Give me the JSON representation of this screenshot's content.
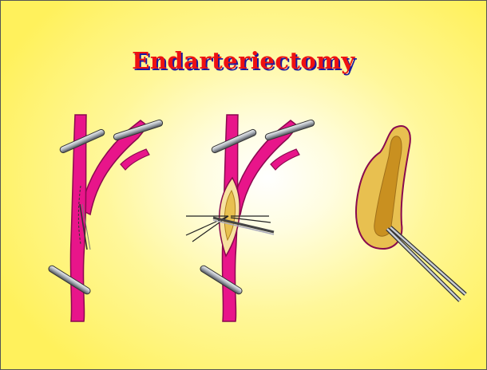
{
  "slide": {
    "title": "Endarteriectomy"
  },
  "colors": {
    "background": "#fff15c",
    "title_fill": "#ee1111",
    "title_shadow": "#1a1aa0",
    "artery": "#e8158a",
    "artery_outline": "#8a0a4e",
    "plaque": "#e8c050",
    "plaque_core": "#c99020",
    "instrument": "#9aa0a8"
  },
  "panels": [
    {
      "name": "step-1-arteriotomy",
      "icon": "clamped-artery-with-incision"
    },
    {
      "name": "step-2-plaque-exposure",
      "icon": "opened-artery-with-retractors"
    },
    {
      "name": "step-3-plaque-removed",
      "icon": "plaque-specimen-with-forceps"
    }
  ]
}
